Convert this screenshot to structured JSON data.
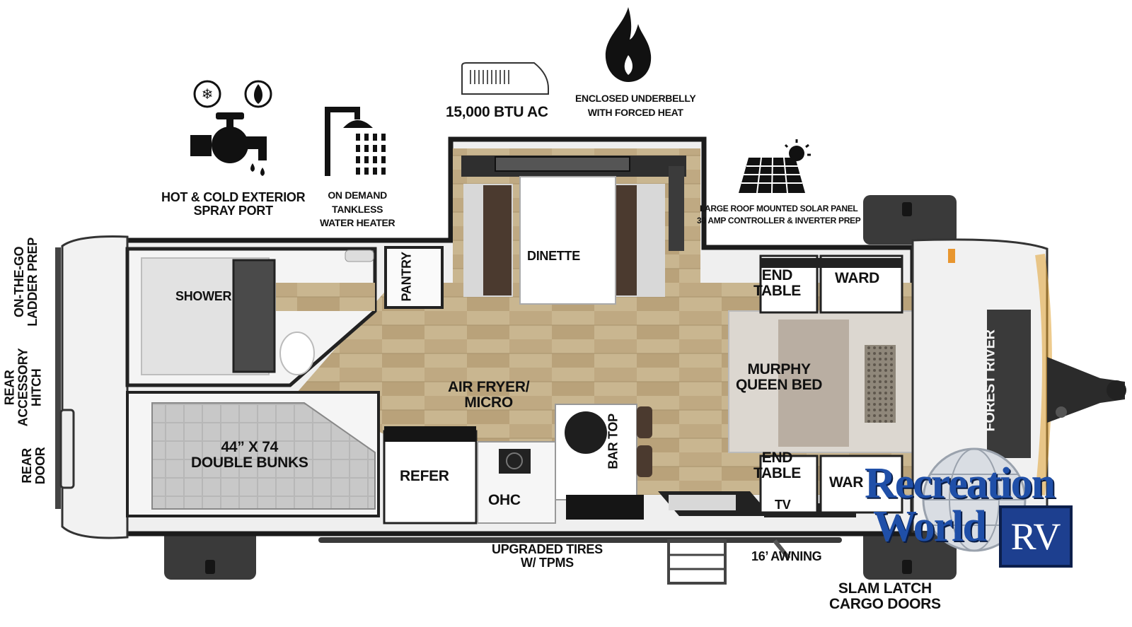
{
  "features": {
    "spray_port": [
      "HOT & COLD EXTERIOR",
      "SPRAY PORT"
    ],
    "water_heater": [
      "ON DEMAND",
      "TANKLESS",
      "WATER HEATER"
    ],
    "ac": "15,000 BTU AC",
    "underbelly": [
      "ENCLOSED UNDERBELLY",
      "WITH FORCED HEAT"
    ],
    "solar": [
      "LARGE ROOF MOUNTED SOLAR PANEL",
      "30 AMP CONTROLLER & INVERTER PREP"
    ],
    "tires": [
      "UPGRADED TIRES",
      "W/ TPMS"
    ],
    "awning": "16’ AWNING",
    "cargo": [
      "SLAM LATCH",
      "CARGO DOORS"
    ],
    "ladder": [
      "ON-THE-GO",
      "LADDER PREP"
    ],
    "hitch": [
      "REAR",
      "ACCESSORY",
      "HITCH"
    ],
    "rear_door": [
      "REAR",
      "DOOR"
    ]
  },
  "rooms": {
    "shower": "SHOWER",
    "pantry": "PANTRY",
    "dinette": "DINETTE",
    "end_table_top": [
      "END",
      "TABLE"
    ],
    "ward_top": "WARD",
    "murphy_bed": [
      "MURPHY",
      "QUEEN BED"
    ],
    "air_fryer": [
      "AIR FRYER/",
      "MICRO"
    ],
    "bar_top": "BAR TOP",
    "bunks": [
      "44” X 74",
      "DOUBLE BUNKS"
    ],
    "refer": "REFER",
    "ohc": "OHC",
    "end_table_bottom": [
      "END",
      "TABLE"
    ],
    "ward_bottom": "WAR",
    "tv": "TV",
    "brand_side": "FOREST RIVER"
  },
  "logo": {
    "line1": "Recreation",
    "line2": "World",
    "badge": "RV"
  },
  "colors": {
    "floor": "#c4b08c",
    "wall": "#222222",
    "logo_blue": "#1f4fa8",
    "badge_blue": "#1d3f8f"
  }
}
